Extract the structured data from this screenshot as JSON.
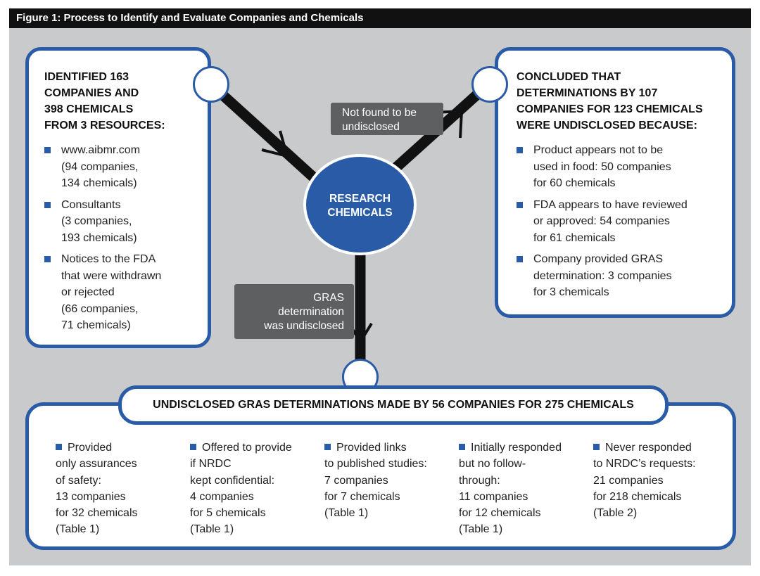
{
  "figure_title": "Figure 1: Process to Identify and Evaluate Companies and Chemicals",
  "left_box": {
    "heading": [
      "IDENTIFIED 163",
      "COMPANIES AND",
      "398 CHEMICALS",
      "FROM 3 RESOURCES:"
    ],
    "items": [
      {
        "title": "www.aibmr.com",
        "detail": [
          "(94 companies,",
          "134 chemicals)"
        ]
      },
      {
        "title": "Consultants",
        "detail": [
          "(3 companies,",
          "193 chemicals)"
        ]
      },
      {
        "title": "Notices to the FDA",
        "detail": [
          "that were withdrawn",
          "or rejected",
          "(66 companies,",
          "71 chemicals)"
        ]
      }
    ]
  },
  "right_box": {
    "heading": [
      "CONCLUDED THAT",
      "DETERMINATIONS BY 107",
      "COMPANIES FOR 123 CHEMICALS",
      "WERE UNDISCLOSED BECAUSE:"
    ],
    "items": [
      [
        "Product appears not to be",
        "used in food: 50 companies",
        "for 60 chemicals"
      ],
      [
        "FDA appears to have reviewed",
        "or approved: 54 companies",
        "for 61 chemicals"
      ],
      [
        "Company provided GRAS",
        "determination: 3 companies",
        "for 3 chemicals"
      ]
    ]
  },
  "center": {
    "label": [
      "RESEARCH",
      "CHEMICALS"
    ]
  },
  "arrow_labels": {
    "not_found": [
      "Not found to be",
      "undisclosed"
    ],
    "gras": [
      "GRAS",
      "determination",
      "was undisclosed"
    ]
  },
  "bottom": {
    "banner": "UNDISCLOSED GRAS DETERMINATIONS MADE BY 56 COMPANIES FOR 275 CHEMICALS",
    "columns": [
      [
        "Provided",
        "only assurances",
        "of safety:",
        "13 companies",
        "for 32 chemicals",
        "(Table 1)"
      ],
      [
        "Offered to provide",
        "if NRDC",
        "kept confidential:",
        "4 companies",
        "for 5 chemicals",
        "(Table 1)"
      ],
      [
        "Provided links",
        "to published studies:",
        "7 companies",
        "for 7 chemicals",
        "(Table 1)"
      ],
      [
        "Initially responded",
        "but no follow-",
        "through:",
        "11 companies",
        "for 12 chemicals",
        "(Table 1)"
      ],
      [
        "Never responded",
        "to NRDC’s requests:",
        "21 companies",
        "for 218 chemicals",
        "(Table 2)"
      ]
    ]
  },
  "colors": {
    "accent_blue": "#2a5ba6",
    "background_gray": "#c9cacc",
    "label_gray": "#5e5f61",
    "title_bar": "#111111"
  }
}
